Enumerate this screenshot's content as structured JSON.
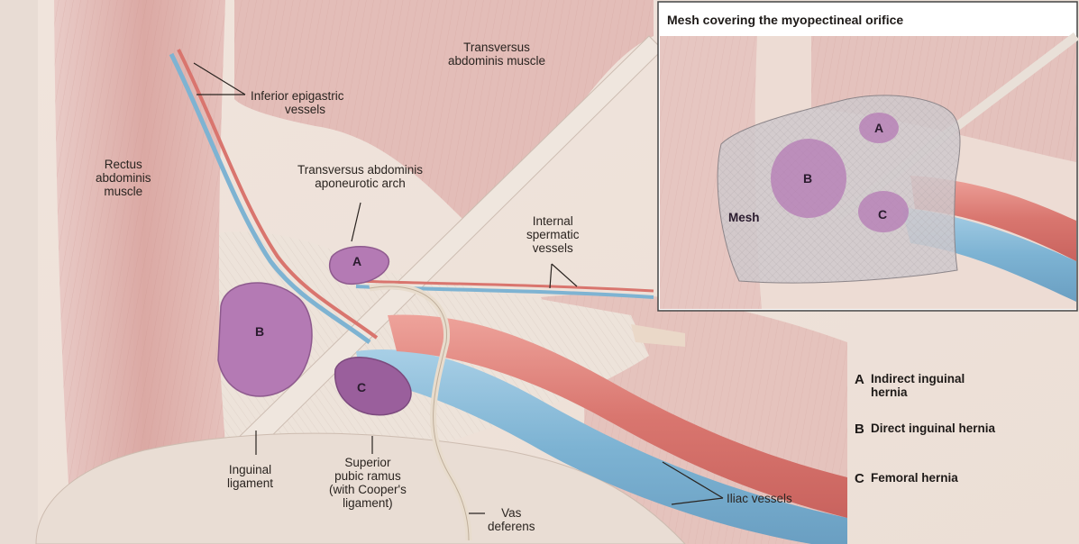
{
  "inset": {
    "title": "Mesh covering the myopectineal orifice",
    "mesh_label": "Mesh",
    "letters": [
      "A",
      "B",
      "C"
    ]
  },
  "hernias": {
    "a": "A",
    "b": "B",
    "c": "C"
  },
  "labels": {
    "inferior_epigastric": [
      "Inferior epigastric",
      "vessels"
    ],
    "transversus_muscle": [
      "Transversus",
      "abdominis muscle"
    ],
    "rectus": [
      "Rectus",
      "abdominis",
      "muscle"
    ],
    "aponeurotic_arch": [
      "Transversus abdominis",
      "aponeurotic arch"
    ],
    "internal_spermatic": [
      "Internal",
      "spermatic",
      "vessels"
    ],
    "inguinal_ligament": [
      "Inguinal",
      "ligament"
    ],
    "superior_pubic": [
      "Superior",
      "pubic ramus",
      "(with Cooper's",
      "ligament)"
    ],
    "vas_deferens": [
      "Vas",
      "deferens"
    ],
    "iliac_vessels": "Iliac vessels"
  },
  "legend": [
    {
      "letter": "A",
      "text": "Indirect inguinal hernia"
    },
    {
      "letter": "B",
      "text": "Direct inguinal hernia"
    },
    {
      "letter": "C",
      "text": "Femoral hernia"
    }
  ],
  "colors": {
    "muscle": "#d9a9a5",
    "hernia_fill": "#b77cb6",
    "artery": "#d9756e",
    "vein": "#7eb3d2",
    "mesh": "#c9c3c8"
  }
}
